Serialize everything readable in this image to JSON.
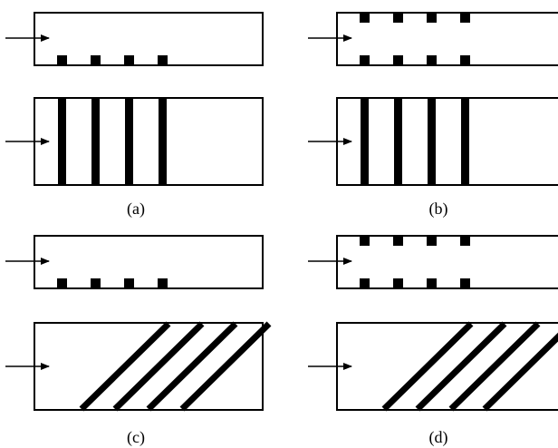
{
  "captions": {
    "a": "(a)",
    "b": "(b)",
    "c": "(c)",
    "d": "(d)"
  },
  "panels": [
    {
      "id": "a",
      "top_ribs": "bottom-wall-only",
      "bottom_ribs": "transverse"
    },
    {
      "id": "b",
      "top_ribs": "both-walls",
      "bottom_ribs": "transverse"
    },
    {
      "id": "c",
      "top_ribs": "bottom-wall-only",
      "bottom_ribs": "inclined"
    },
    {
      "id": "d",
      "top_ribs": "both-walls",
      "bottom_ribs": "inclined"
    }
  ],
  "rib_count": 4,
  "colors": {
    "stroke": "#000000",
    "background": "#ffffff"
  }
}
